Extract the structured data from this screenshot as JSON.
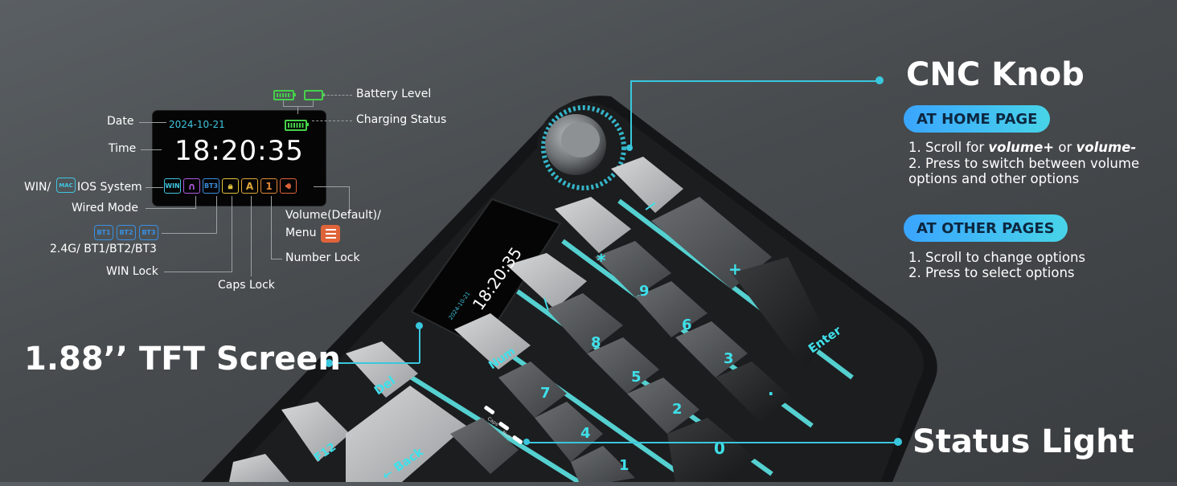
{
  "screen": {
    "date": "2024-10-21",
    "time": "18:20:35",
    "icons": [
      "WIN",
      "",
      "BT3",
      "",
      "A",
      "1",
      ""
    ]
  },
  "labels": {
    "battery_level": "Battery Level",
    "charging_status": "Charging Status",
    "date": "Date",
    "time": "Time",
    "win_prefix": "WIN/",
    "mac_badge": "MAC",
    "ios_system": "IOS System",
    "wired_mode": "Wired Mode",
    "bt_badges": [
      "BT1",
      "BT2",
      "BT3"
    ],
    "bt_caption": "2.4G/ BT1/BT2/BT3",
    "win_lock": "WIN Lock",
    "caps_lock": "Caps Lock",
    "number_lock": "Number Lock",
    "volume_line1": "Volume(Default)/",
    "volume_line2": "Menu"
  },
  "callouts": {
    "cnc_title": "CNC Knob",
    "home_pill": "AT HOME PAGE",
    "home_line1_a": "1. Scroll for ",
    "home_line1_b": "volume+",
    "home_line1_c": " or ",
    "home_line1_d": "volume-",
    "home_line2": "2. Press to switch between volume",
    "home_line3": "options and other options",
    "other_pill": "AT OTHER PAGES",
    "other_line1": "1. Scroll to change options",
    "other_line2": "2. Press to select options",
    "tft_title": "1.88’’ TFT Screen",
    "status_title": "Status Light"
  },
  "keys": {
    "del": "Del",
    "f12": "F12",
    "back": "← Back",
    "num": "Num",
    "slash": "/",
    "star": "*",
    "minus": "—",
    "plus": "+",
    "enter": "Enter",
    "k7": "7",
    "k8": "8",
    "k9": "9",
    "k4": "4",
    "k5": "5",
    "k6": "6",
    "k1": "1",
    "k2": "2",
    "k3": "3",
    "k0": "0",
    "dot": ".",
    "caps_led": "Caps",
    "num_led": "Num"
  },
  "mini_screen": {
    "date": "2024-10-21",
    "time": "18:20:35"
  },
  "colors": {
    "accent_cyan": "#39c7dd",
    "pill_start": "#3aa5ff",
    "pill_end": "#48d4e8"
  }
}
